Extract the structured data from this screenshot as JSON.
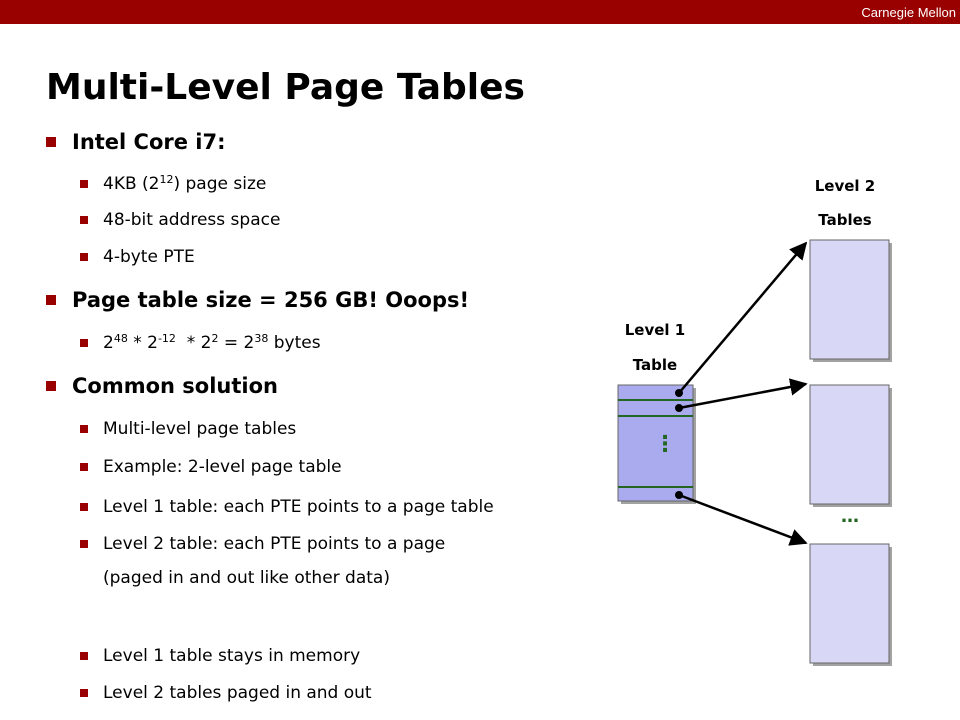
{
  "header": {
    "brand": "Carnegie Mellon"
  },
  "slide": {
    "title": "Multi-Level Page Tables",
    "bullets": [
      {
        "text": "Intel Core i7:"
      },
      {
        "text": "Page table size = 256 GB!  Ooops!"
      },
      {
        "text": "Common solution"
      }
    ],
    "sub": {
      "page_size": {
        "a": "4KB (2",
        "exp": "12",
        "b": ") page size"
      },
      "address_space": "48-bit address space",
      "pte": "4-byte PTE",
      "calc": {
        "b1": "2",
        "e1": "48",
        "t1": " * 2",
        "e2": "-12",
        "t2": "  * 2",
        "e3": "2",
        "t3": " = 2",
        "e4": "38",
        "t4": " bytes"
      },
      "multi": "Multi-level page tables",
      "example": "Example: 2-level page table",
      "l1table": "Level 1 table: each PTE points to a page table",
      "l2table": "Level 2 table: each PTE points to a page",
      "l2table_cont": "(paged in and out like other data)",
      "l1mem": "Level 1 table stays in memory",
      "l2paged": "Level 2 tables paged in and out"
    }
  },
  "diagram": {
    "level1_label_1": "Level 1",
    "level1_label_2": "Table",
    "level2_label_1": "Level 2",
    "level2_label_2": "Tables",
    "ellipsis_vertical": "⋮",
    "ellipsis_horizontal": "…",
    "colors": {
      "table_fill_level1": "#aaaaee",
      "table_fill_level2": "#d8d8f6",
      "row_line": "#226622",
      "arrow": "#000000",
      "ellipsis": "#226622"
    }
  }
}
